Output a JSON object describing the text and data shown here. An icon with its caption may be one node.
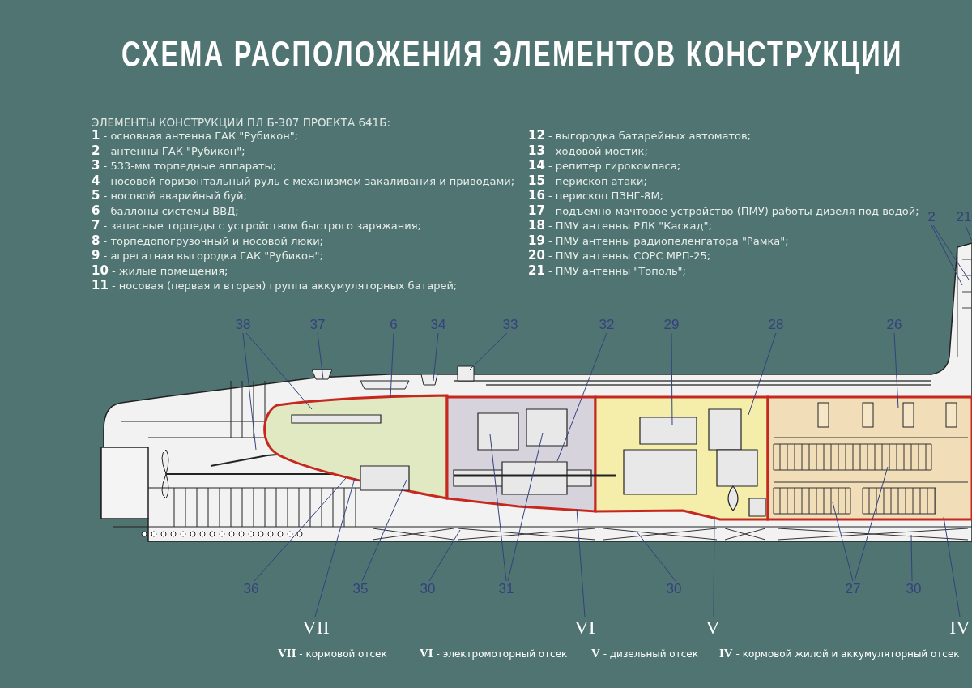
{
  "diagram": {
    "title": "СХЕМА РАСПОЛОЖЕНИЯ ЭЛЕМЕНТОВ КОНСТРУКЦИИ",
    "nodes": [
      {
        "text": [
          "2"
        ]
      },
      {
        "text": [
          "21"
        ]
      },
      {
        "text": [
          "38"
        ]
      },
      {
        "text": [
          "37"
        ]
      },
      {
        "text": [
          "6"
        ]
      },
      {
        "text": [
          "34"
        ]
      },
      {
        "text": [
          "33"
        ]
      },
      {
        "text": [
          "32"
        ]
      },
      {
        "text": [
          "29"
        ]
      },
      {
        "text": [
          "28"
        ]
      },
      {
        "text": [
          "26"
        ]
      },
      {
        "text": [
          "36"
        ]
      },
      {
        "text": [
          "35"
        ]
      },
      {
        "text": [
          "30"
        ]
      },
      {
        "text": [
          "31"
        ]
      },
      {
        "text": [
          "30"
        ]
      },
      {
        "text": [
          "27"
        ]
      },
      {
        "text": [
          "30"
        ]
      },
      {
        "text": [
          "VII"
        ]
      },
      {
        "text": [
          "VI"
        ]
      },
      {
        "text": [
          "V"
        ]
      },
      {
        "text": [
          "IV"
        ]
      },
      {
        "text": [],
        "shape": "box"
      },
      {
        "text": [],
        "shape": "box"
      },
      {
        "text": [],
        "shape": "box"
      },
      {
        "text": [],
        "shape": "box"
      }
    ],
    "edges": [
      {
        "from": 0,
        "to": null,
        "arrow": "none"
      },
      {
        "from": 0,
        "to": null,
        "arrow": "none"
      },
      {
        "from": 1,
        "to": null,
        "arrow": "none"
      },
      {
        "from": 2,
        "to": null,
        "arrow": "none"
      },
      {
        "from": 2,
        "to": 22,
        "arrow": "none"
      },
      {
        "from": 3,
        "to": null,
        "arrow": "none"
      },
      {
        "from": 4,
        "to": 22,
        "arrow": "none"
      },
      {
        "from": 5,
        "to": null,
        "arrow": "none"
      },
      {
        "from": 6,
        "to": null,
        "arrow": "none"
      },
      {
        "from": 7,
        "to": 23,
        "arrow": "none"
      },
      {
        "from": 8,
        "to": 24,
        "arrow": "none"
      },
      {
        "from": 9,
        "to": 24,
        "arrow": "none"
      },
      {
        "from": 10,
        "to": 25,
        "arrow": "none"
      },
      {
        "from": 11,
        "to": 22,
        "arrow": "none"
      },
      {
        "from": 12,
        "to": 22,
        "arrow": "none"
      },
      {
        "from": 13,
        "to": null,
        "arrow": "none"
      },
      {
        "from": 14,
        "to": 23,
        "arrow": "none"
      },
      {
        "from": 14,
        "to": 23,
        "arrow": "none"
      },
      {
        "from": 15,
        "to": null,
        "arrow": "none"
      },
      {
        "from": 16,
        "to": 25,
        "arrow": "none"
      },
      {
        "from": 16,
        "to": 25,
        "arrow": "none"
      },
      {
        "from": 17,
        "to": null,
        "arrow": "none"
      },
      {
        "from": 18,
        "to": 22,
        "arrow": "none"
      },
      {
        "from": 19,
        "to": 23,
        "arrow": "none"
      },
      {
        "from": 20,
        "to": 24,
        "arrow": "none"
      },
      {
        "from": 21,
        "to": 25,
        "arrow": "none"
      }
    ],
    "labels": [
      "ЭЛЕМЕНТЫ КОНСТРУКЦИИ ПЛ Б-307 ПРОЕКТА 641Б:",
      "**1** - основная антенна ГАК \"Рубикон\";",
      "**2** - антенны ГАК \"Рубикон\";",
      "**3** - 533-мм торпедные аппараты;",
      "**4** - носовой горизонтальный руль с механизмом закаливания и приводами;",
      "**5** - носовой аварийный буй;",
      "**6** - баллоны системы ВВД;",
      "**7** - запасные торпеды с устройством быстрого заряжания;",
      "**8** - торпедопогрузочный и носовой люки;",
      "**9** - агрегатная выгородка ГАК \"Рубикон\";",
      "**10** - жилые помещения;",
      "**11** - носовая (первая и вторая) группа аккумуляторных батарей;",
      "**12** - выгородка батарейных автоматов;",
      "**13** - ходовой мостик;",
      "**14** - репитер гирокомпаса;",
      "**15** - перископ атаки;",
      "**16** - перископ ПЗНГ-8М;",
      "**17** - подъемно-мачтовое устройство (ПМУ) работы дизеля под водой;",
      "**18** - ПМУ антенны РЛК \"Каскад\";",
      "**19** - ПМУ антенны радиопеленгатора \"Рамка\";",
      "**20** - ПМУ антенны СОРС МРП-25;",
      "**21** - ПМУ антенны \"Тополь\";",
      "**VII** - кормовой отсек",
      "**VI** - электромоторный отсек",
      "**V** - дизельный отсек",
      "**IV** - кормовой жилой и аккумуляторный отсек"
    ]
  }
}
